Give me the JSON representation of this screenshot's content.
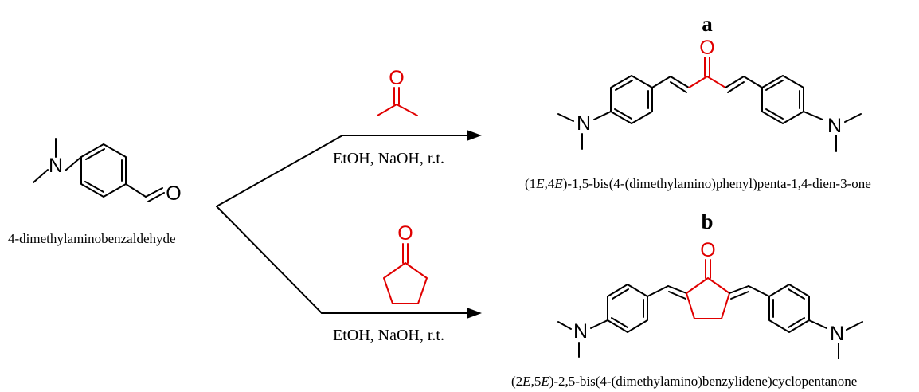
{
  "start": {
    "name": "4-dimethylaminobenzaldehyde",
    "n_atom": "N",
    "o_atom": "O"
  },
  "reagents": {
    "top_conditions": "EtOH, NaOH, r.t.",
    "bottom_conditions": "EtOH, NaOH, r.t.",
    "acetone_o": "O",
    "cyclopentanone_o": "O"
  },
  "product_a": {
    "label": "a",
    "name_1": "(1",
    "name_2": "E",
    "name_3": ",4",
    "name_4": "E",
    "name_5": ")-1,5-bis(4-(dimethylamino)phenyl)penta-1,4-dien-3-one",
    "n_left": "N",
    "n_right": "N",
    "o_atom": "O"
  },
  "product_b": {
    "label": "b",
    "name_1": "(2",
    "name_2": "E",
    "name_3": ",5",
    "name_4": "E",
    "name_5": ")-2,5-bis(4-(dimethylamino)benzylidene)cyclopentanone",
    "n_left": "N",
    "n_right": "N",
    "o_atom": "O"
  },
  "colors": {
    "bond": "#000000",
    "highlight": "#e00000"
  }
}
